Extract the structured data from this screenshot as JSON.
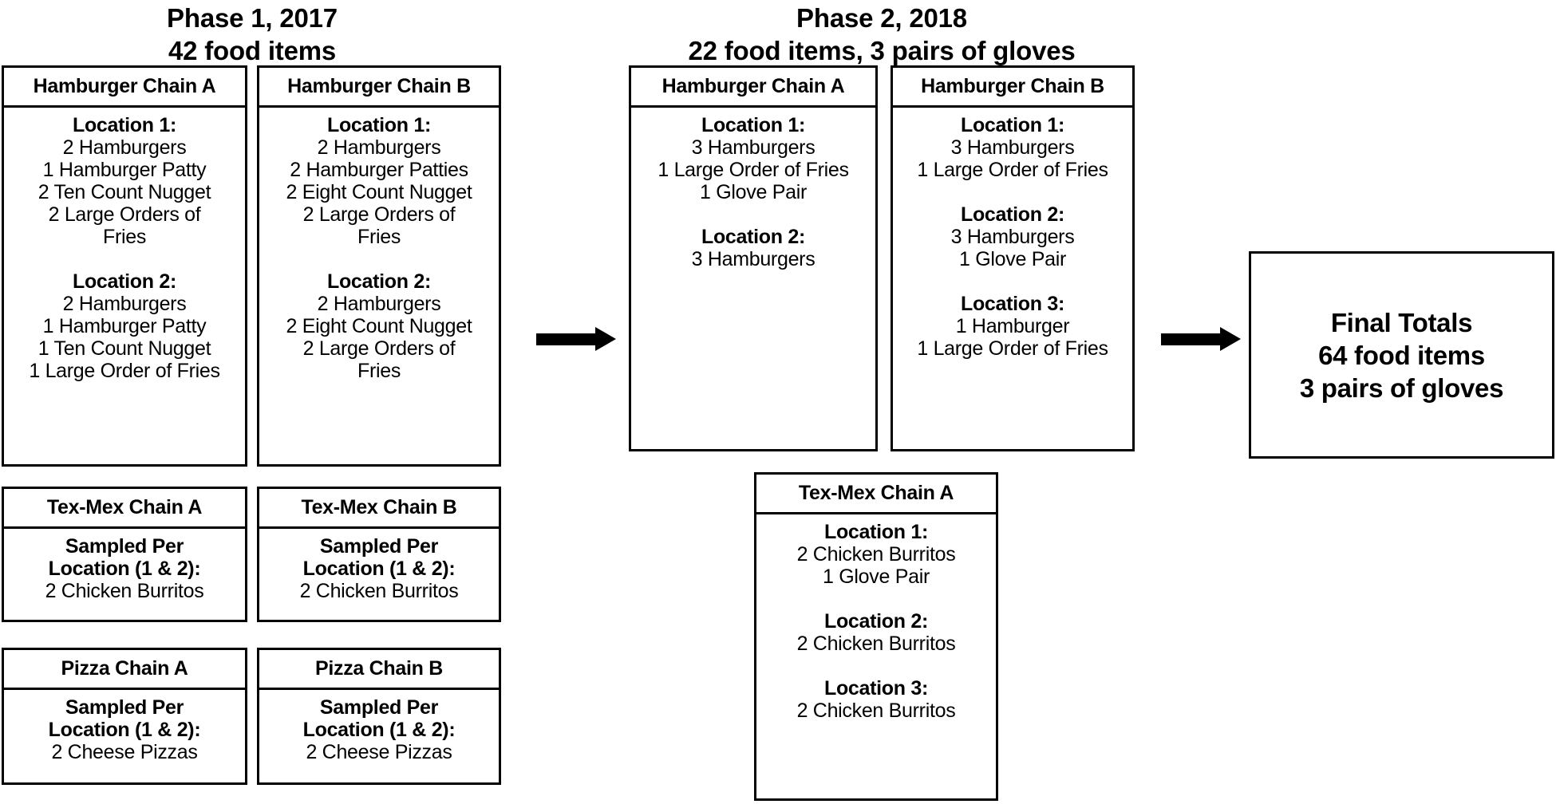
{
  "diagram": {
    "title_phase1": "Phase 1, 2017",
    "subtitle_phase1": "42 food items",
    "title_phase2": "Phase 2, 2018",
    "subtitle_phase2": "22 food items, 3 pairs of gloves",
    "arrow_icon_name": "right-arrow-icon",
    "line_color": "#000000",
    "background_color": "#ffffff"
  },
  "phase1": {
    "hamburger_a": {
      "title": "Hamburger Chain A",
      "groups": [
        {
          "head": "Location 1:",
          "lines": [
            "2 Hamburgers",
            "1 Hamburger Patty",
            "2 Ten Count Nugget",
            "2 Large Orders of",
            "Fries"
          ]
        },
        {
          "head": "Location 2:",
          "lines": [
            "2 Hamburgers",
            "1 Hamburger Patty",
            "1 Ten Count Nugget",
            "1 Large Order of Fries"
          ]
        }
      ]
    },
    "hamburger_b": {
      "title": "Hamburger Chain B",
      "groups": [
        {
          "head": "Location 1:",
          "lines": [
            "2 Hamburgers",
            "2 Hamburger Patties",
            "2 Eight Count Nugget",
            "2 Large Orders of",
            "Fries"
          ]
        },
        {
          "head": "Location 2:",
          "lines": [
            "2 Hamburgers",
            "2 Eight Count Nugget",
            "2 Large Orders of",
            "Fries"
          ]
        }
      ]
    },
    "texmex_a": {
      "title": "Tex-Mex Chain A",
      "head_line1": "Sampled Per",
      "head_line2": "Location (1 & 2):",
      "item": "2 Chicken Burritos"
    },
    "texmex_b": {
      "title": "Tex-Mex Chain B",
      "head_line1": "Sampled Per",
      "head_line2": "Location (1 & 2):",
      "item": "2 Chicken Burritos"
    },
    "pizza_a": {
      "title": "Pizza Chain A",
      "head_line1": "Sampled Per",
      "head_line2": "Location (1 & 2):",
      "item": "2 Cheese Pizzas"
    },
    "pizza_b": {
      "title": "Pizza Chain B",
      "head_line1": "Sampled Per",
      "head_line2": "Location (1 & 2):",
      "item": "2 Cheese Pizzas"
    }
  },
  "phase2": {
    "hamburger_a": {
      "title": "Hamburger Chain A",
      "groups": [
        {
          "head": "Location 1:",
          "lines": [
            "3 Hamburgers",
            "1 Large Order of Fries",
            "1 Glove Pair"
          ]
        },
        {
          "head": "Location 2:",
          "lines": [
            "3 Hamburgers"
          ]
        }
      ]
    },
    "hamburger_b": {
      "title": "Hamburger Chain B",
      "groups": [
        {
          "head": "Location 1:",
          "lines": [
            "3 Hamburgers",
            "1 Large Order of Fries"
          ]
        },
        {
          "head": "Location 2:",
          "lines": [
            "3 Hamburgers",
            "1 Glove Pair"
          ]
        },
        {
          "head": "Location 3:",
          "lines": [
            "1 Hamburger",
            "1 Large Order of Fries"
          ]
        }
      ]
    },
    "texmex_a": {
      "title": "Tex-Mex Chain A",
      "groups": [
        {
          "head": "Location 1:",
          "lines": [
            "2 Chicken Burritos",
            "1 Glove Pair"
          ]
        },
        {
          "head": "Location 2:",
          "lines": [
            "2 Chicken Burritos"
          ]
        },
        {
          "head": "Location 3:",
          "lines": [
            "2 Chicken Burritos"
          ]
        }
      ]
    }
  },
  "totals": {
    "line1": "Final Totals",
    "line2": "64 food items",
    "line3": "3 pairs of gloves"
  }
}
